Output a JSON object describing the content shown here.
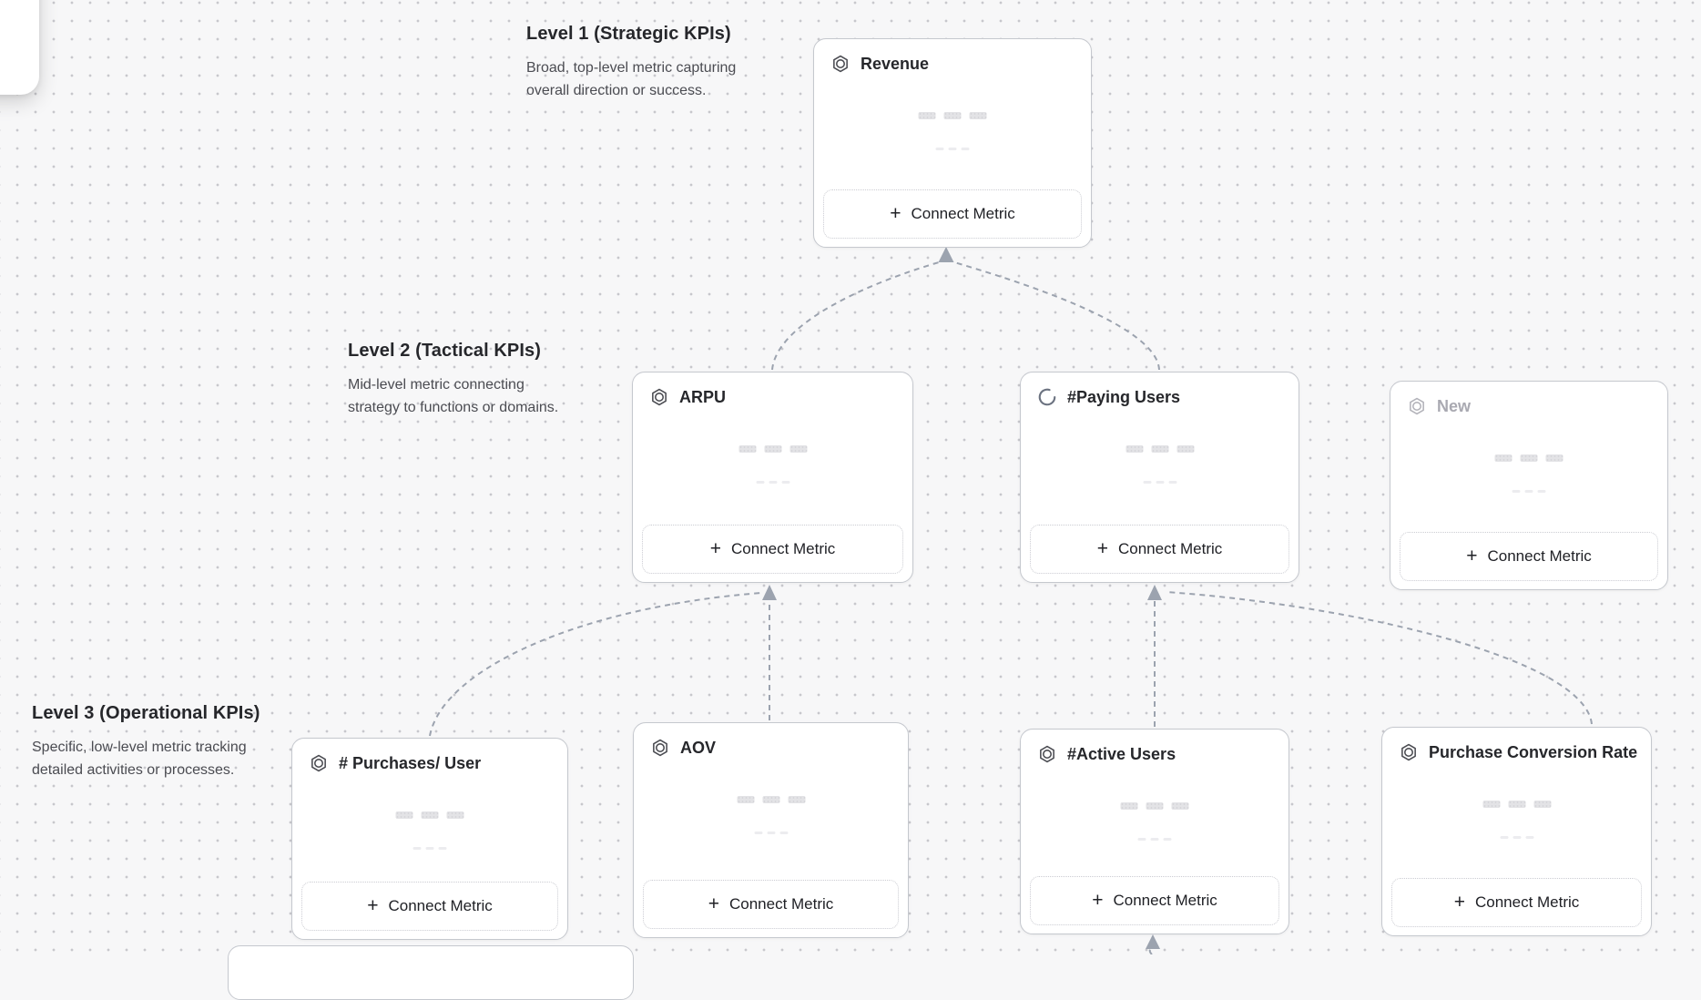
{
  "app": {
    "surface": "kpi-tree-canvas"
  },
  "ui": {
    "connect_metric_label": "Connect Metric",
    "plus_glyph": "+"
  },
  "levels": [
    {
      "title": "Level 1 (Strategic KPIs)",
      "description_lines": [
        "Broad, top-level metric capturing",
        "overall direction or success."
      ]
    },
    {
      "title": "Level 2 (Tactical KPIs)",
      "description_lines": [
        "Mid-level metric connecting",
        "strategy to functions or domains."
      ]
    },
    {
      "title": "Level 3 (Operational KPIs)",
      "description_lines": [
        "Specific, low-level metric tracking",
        "detailed activities or processes."
      ]
    }
  ],
  "cards": [
    {
      "id": "revenue",
      "title": "Revenue",
      "level": 1,
      "icon": "metric-hexagon-icon",
      "state": "default"
    },
    {
      "id": "arpu",
      "title": "ARPU",
      "level": 2,
      "icon": "metric-hexagon-icon",
      "state": "default"
    },
    {
      "id": "paying-users",
      "title": "#Paying Users",
      "level": 2,
      "icon": "loading-spinner-icon",
      "state": "loading"
    },
    {
      "id": "new",
      "title": "New",
      "level": 2,
      "icon": "metric-hexagon-icon",
      "state": "draft"
    },
    {
      "id": "purchases-per-user",
      "title": "# Purchases/ User",
      "level": 3,
      "icon": "metric-hexagon-icon",
      "state": "default"
    },
    {
      "id": "aov",
      "title": "AOV",
      "level": 3,
      "icon": "metric-hexagon-icon",
      "state": "default"
    },
    {
      "id": "active-users",
      "title": "#Active Users",
      "level": 3,
      "icon": "metric-hexagon-icon",
      "state": "default"
    },
    {
      "id": "purchase-conversion-rate",
      "title": "Purchase Conversion Rate",
      "level": 3,
      "icon": "metric-hexagon-icon",
      "state": "default"
    }
  ],
  "edges": [
    {
      "from": "arpu",
      "to": "revenue",
      "style": "dashed-arrow"
    },
    {
      "from": "paying-users",
      "to": "revenue",
      "style": "dashed-arrow"
    },
    {
      "from": "purchases-per-user",
      "to": "arpu",
      "style": "dashed-arrow"
    },
    {
      "from": "aov",
      "to": "arpu",
      "style": "dashed-arrow"
    },
    {
      "from": "active-users",
      "to": "paying-users",
      "style": "dashed-arrow"
    },
    {
      "from": "purchase-conversion-rate",
      "to": "paying-users",
      "style": "dashed-arrow"
    },
    {
      "from": "offscreen-below",
      "to": "active-users",
      "style": "dashed-arrow"
    }
  ],
  "colors": {
    "canvas_bg": "#f7f7f8",
    "grid_dot": "#c7c7cc",
    "card_bg": "#ffffff",
    "card_border": "#c5c8ce",
    "connector": "#9ca3af",
    "title_text": "#26272b",
    "muted_title_text": "#a9a9b1",
    "skeleton_bar": "#e3e3e6"
  }
}
